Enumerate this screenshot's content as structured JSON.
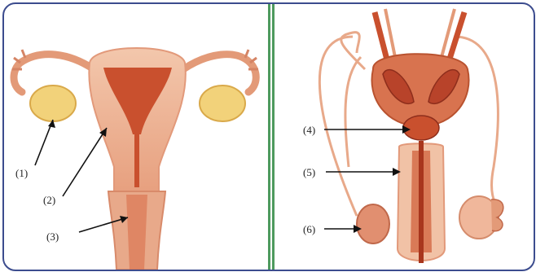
{
  "labels": {
    "l1": "(1)",
    "l2": "(2)",
    "l3": "(3)",
    "l4": "(4)",
    "l5": "(5)",
    "l6": "(6)"
  },
  "colors": {
    "frame": "#3c4c8e",
    "divider": "#4e9a5e",
    "tissue": "#e8a98a",
    "tissue_dark": "#c9502e",
    "ovary": "#f2d27a"
  }
}
